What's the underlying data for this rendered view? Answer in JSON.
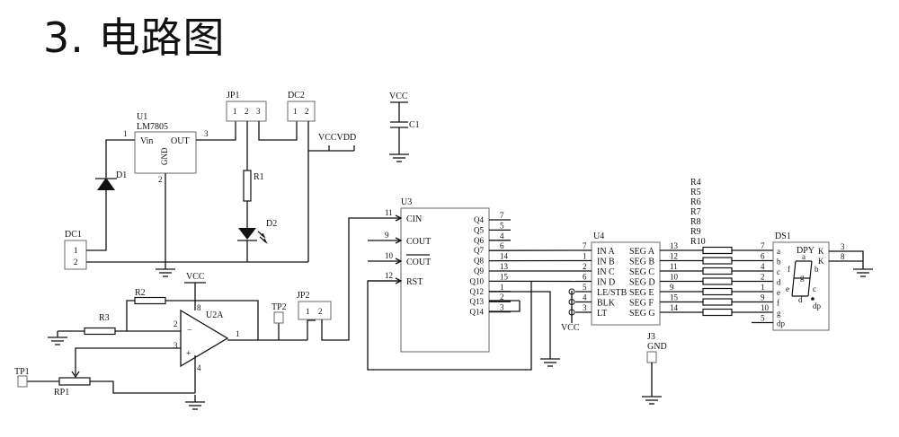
{
  "slide": {
    "title": "3. 电路图"
  },
  "u1": {
    "ref": "U1",
    "part": "LM7805",
    "vin": "Vin",
    "out": "OUT",
    "gnd": "GND",
    "pin1": "1",
    "pin2": "2",
    "pin3": "3"
  },
  "jp1": {
    "ref": "JP1",
    "p1": "1",
    "p2": "2",
    "p3": "3"
  },
  "dc2": {
    "ref": "DC2",
    "p1": "1",
    "p2": "2"
  },
  "vccvdd": "VCCVDD",
  "c1": {
    "vcc": "VCC",
    "ref": "C1"
  },
  "d1": {
    "ref": "D1"
  },
  "r1": {
    "ref": "R1"
  },
  "d2": {
    "ref": "D2"
  },
  "dc1": {
    "ref": "DC1",
    "p1": "1",
    "p2": "2"
  },
  "u2": {
    "vcc": "VCC",
    "ref": "U2A",
    "pin8": "8",
    "pin4": "4",
    "pin2": "2",
    "pin3": "3",
    "pin1": "1",
    "minus": "−",
    "plus": "+"
  },
  "r2": {
    "ref": "R2"
  },
  "r3": {
    "ref": "R3"
  },
  "tp2": {
    "ref": "TP2"
  },
  "jp2": {
    "ref": "JP2",
    "p1": "1",
    "p2": "2"
  },
  "tp1": {
    "ref": "TP1"
  },
  "rp1": {
    "ref": "RP1"
  },
  "u3": {
    "ref": "U3",
    "left_pins": [
      {
        "num": "11",
        "name": "CIN"
      },
      {
        "num": "9",
        "name": "COUT"
      },
      {
        "num": "10",
        "name": "COUT"
      },
      {
        "num": "12",
        "name": "RST"
      }
    ],
    "right_pins": [
      {
        "num": "7",
        "name": "Q4"
      },
      {
        "num": "5",
        "name": "Q5"
      },
      {
        "num": "4",
        "name": "Q6"
      },
      {
        "num": "6",
        "name": "Q7"
      },
      {
        "num": "14",
        "name": "Q8"
      },
      {
        "num": "13",
        "name": "Q9"
      },
      {
        "num": "15",
        "name": "Q10"
      },
      {
        "num": "1",
        "name": "Q12"
      },
      {
        "num": "2",
        "name": "Q13"
      },
      {
        "num": "3",
        "name": "Q14"
      }
    ]
  },
  "u4": {
    "ref": "U4",
    "vcc": "VCC",
    "left_pins": [
      {
        "num": "7",
        "name": "IN A"
      },
      {
        "num": "1",
        "name": "IN B"
      },
      {
        "num": "2",
        "name": "IN C"
      },
      {
        "num": "6",
        "name": "IN D"
      },
      {
        "num": "5",
        "name": "LE/STB"
      },
      {
        "num": "4",
        "name": "BLK"
      },
      {
        "num": "3",
        "name": "LT"
      }
    ],
    "right_pins": [
      {
        "num": "13",
        "name": "SEG A"
      },
      {
        "num": "12",
        "name": "SEG B"
      },
      {
        "num": "11",
        "name": "SEG C"
      },
      {
        "num": "10",
        "name": "SEG D"
      },
      {
        "num": "9",
        "name": "SEG E"
      },
      {
        "num": "15",
        "name": "SEG F"
      },
      {
        "num": "14",
        "name": "SEG G"
      }
    ]
  },
  "resistor_refs": [
    "R4",
    "R5",
    "R6",
    "R7",
    "R8",
    "R9",
    "R10"
  ],
  "ds1": {
    "ref": "DS1",
    "name": "DPY",
    "k": "K",
    "pins": [
      {
        "num": "7",
        "seg": "a"
      },
      {
        "num": "6",
        "seg": "b"
      },
      {
        "num": "4",
        "seg": "c"
      },
      {
        "num": "2",
        "seg": "d"
      },
      {
        "num": "1",
        "seg": "e"
      },
      {
        "num": "9",
        "seg": "f"
      },
      {
        "num": "10",
        "seg": "g"
      },
      {
        "num": "5",
        "seg": "dp"
      }
    ],
    "k_pins": [
      "3",
      "8"
    ],
    "seg_labels": {
      "a": "a",
      "b": "b",
      "c": "c",
      "d": "d",
      "e": "e",
      "f": "f",
      "g": "g",
      "dp": "dp"
    }
  },
  "j3": {
    "ref": "J3",
    "net": "GND"
  }
}
